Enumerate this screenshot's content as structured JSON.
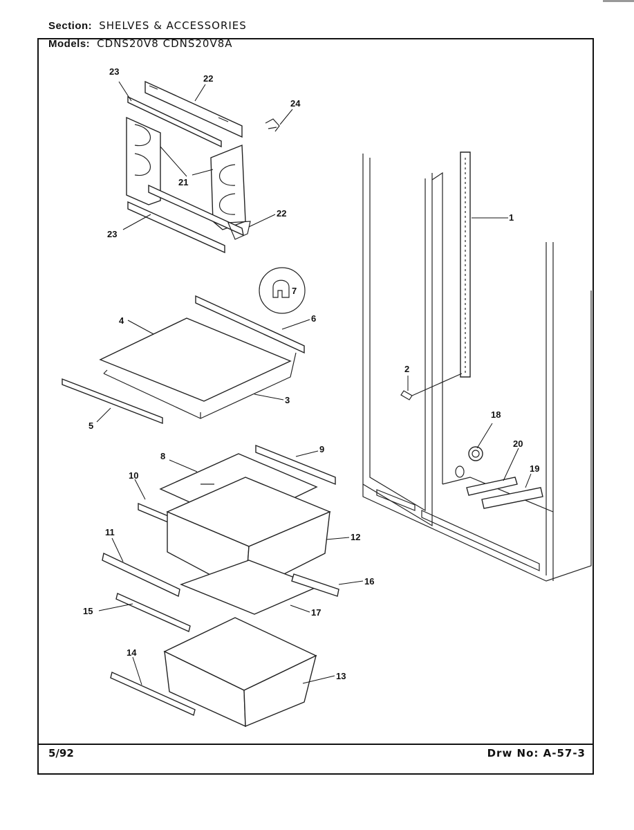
{
  "header": {
    "section_label": "Section:",
    "section_value": "SHELVES & ACCESSORIES",
    "models_label": "Models:",
    "models_value": "CDNS20V8   CDNS20V8A"
  },
  "footer": {
    "date": "5/92",
    "drawing_number": "Drw No: A-57-3"
  },
  "callouts": {
    "c1": "1",
    "c2": "2",
    "c3": "3",
    "c4": "4",
    "c5": "5",
    "c6": "6",
    "c7": "7",
    "c8": "8",
    "c9": "9",
    "c10": "10",
    "c11": "11",
    "c12": "12",
    "c13": "13",
    "c14": "14",
    "c15": "15",
    "c16": "16",
    "c17": "17",
    "c18": "18",
    "c19": "19",
    "c20": "20",
    "c21": "21",
    "c22a": "22",
    "c22b": "22",
    "c23a": "23",
    "c23b": "23",
    "c24": "24"
  }
}
